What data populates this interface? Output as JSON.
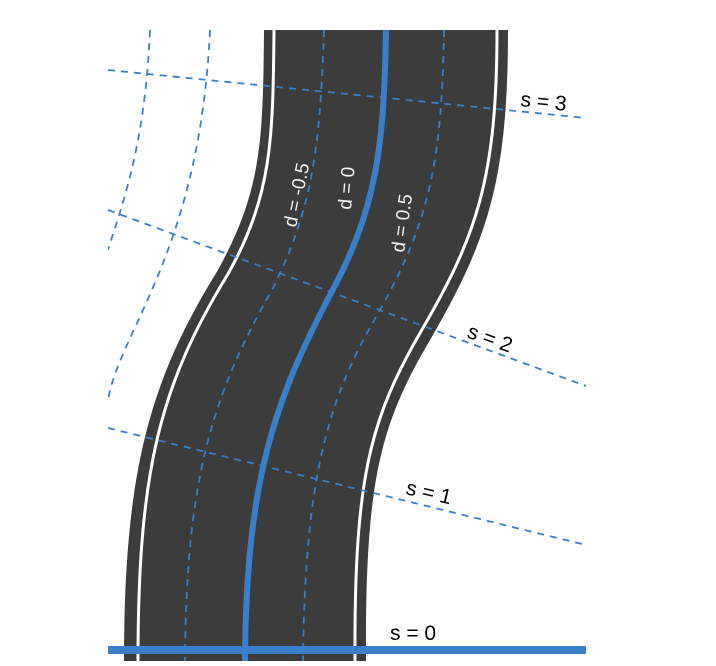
{
  "labels": {
    "s0": "s = 0",
    "s1": "s = 1",
    "s2": "s = 2",
    "s3": "s = 3",
    "dneg": "d = -0.5",
    "d0": "d = 0",
    "dpos": "d = 0.5"
  },
  "colors": {
    "road": "#3c3c3c",
    "edge_line": "#ffffff",
    "center_line": "#3a7fc9",
    "grid_line": "#3a7fc9",
    "label_on_road": "#f2f2f2",
    "label_off_road": "#000000",
    "background": "#ffffff"
  }
}
